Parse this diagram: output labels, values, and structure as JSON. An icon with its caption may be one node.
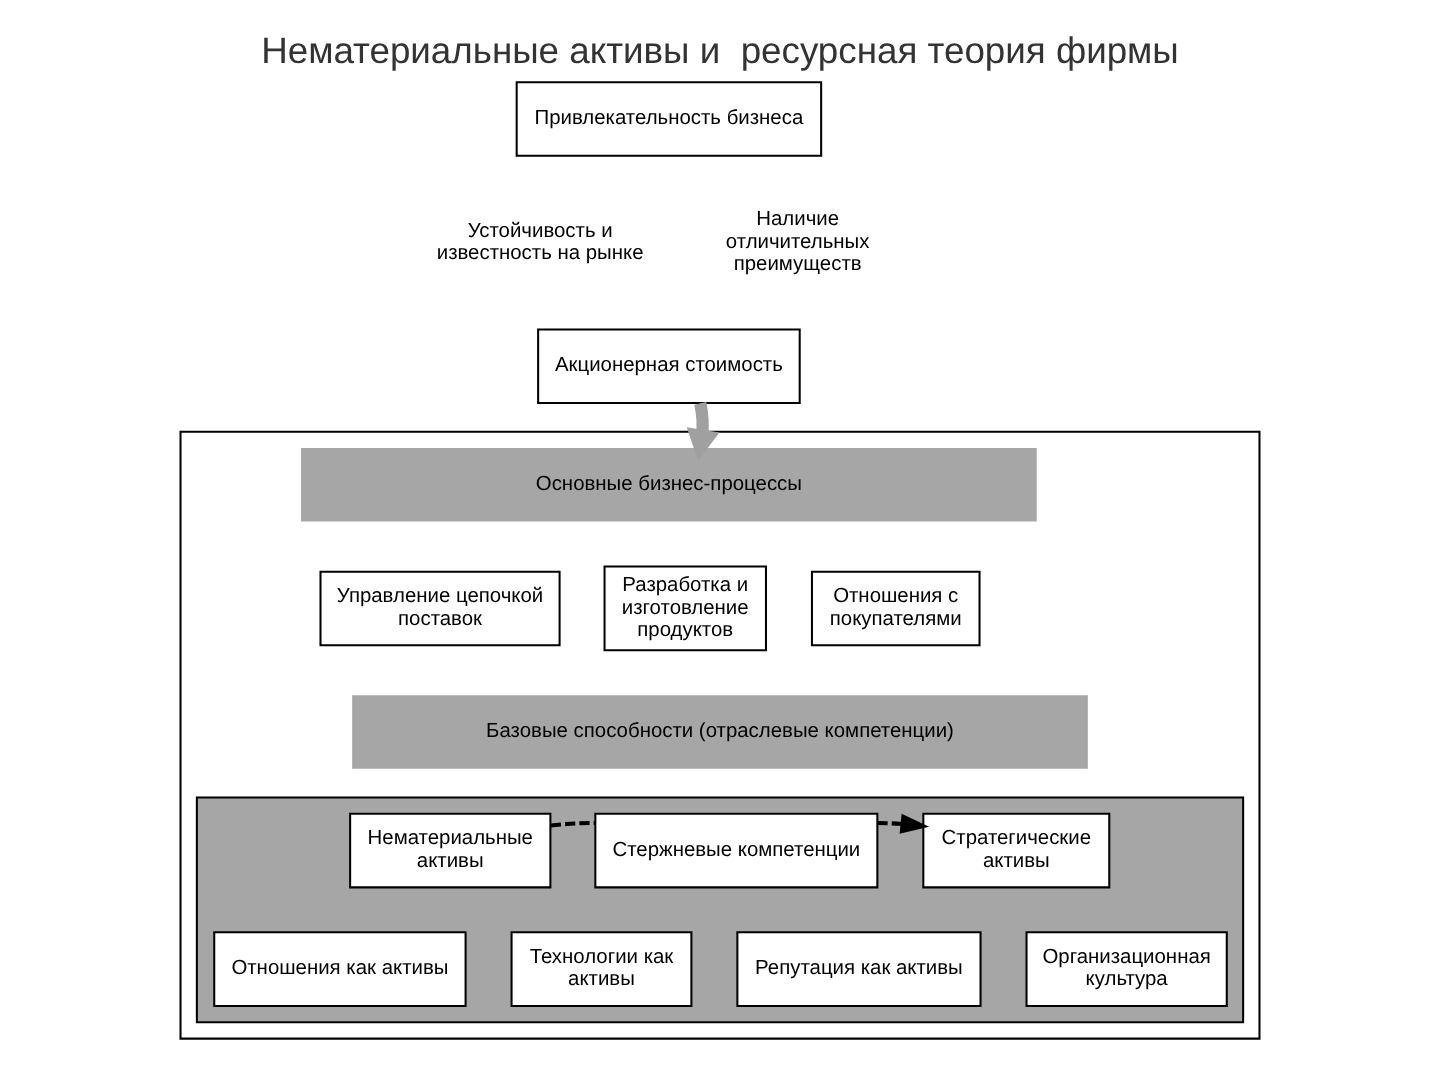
{
  "diagram": {
    "title": "Нематериальные активы и  ресурсная теория фирмы",
    "nodes": [
      {
        "text": [
          "Привлекательность бизнеса"
        ]
      },
      {
        "text": [
          "Устойчивость и известность на рынке"
        ]
      },
      {
        "text": [
          "Наличие отличительных преимуществ"
        ]
      },
      {
        "text": [
          "Акционерная стоимость"
        ]
      },
      {
        "text": [],
        "shape": "box"
      },
      {
        "text": [
          "Основные бизнес-процессы"
        ],
        "in": 4
      },
      {
        "text": [
          "Управление цепочкой поставок"
        ],
        "in": 4
      },
      {
        "text": [
          "Разработка и изготовление продуктов"
        ],
        "in": 4
      },
      {
        "text": [
          "Отношения с покупателями"
        ],
        "in": 4
      },
      {
        "text": [
          "Базовые способности (отраслевые компетенции)"
        ],
        "in": 4
      },
      {
        "text": [],
        "shape": "box",
        "in": 4
      },
      {
        "text": [
          "Нематериальные активы"
        ],
        "in": 10
      },
      {
        "text": [
          "Стержневые компетенции"
        ],
        "in": 10
      },
      {
        "text": [
          "Стратегические активы"
        ],
        "in": 10
      },
      {
        "text": [
          "Отношения как активы"
        ],
        "in": 10
      },
      {
        "text": [
          "Технологии как активы"
        ],
        "in": 10
      },
      {
        "text": [
          "Репутация как активы"
        ],
        "in": 10
      },
      {
        "text": [
          "Организационная культура"
        ],
        "in": 10
      }
    ],
    "edges": [
      {
        "from": 3,
        "to": 5,
        "arrow": "to",
        "style": "thick",
        "color": "#a0a0a0"
      },
      {
        "from": 11,
        "to": 12,
        "arrow": "none",
        "style": "dashed"
      },
      {
        "from": 12,
        "to": 13,
        "arrow": "to",
        "style": "dashed"
      }
    ]
  }
}
